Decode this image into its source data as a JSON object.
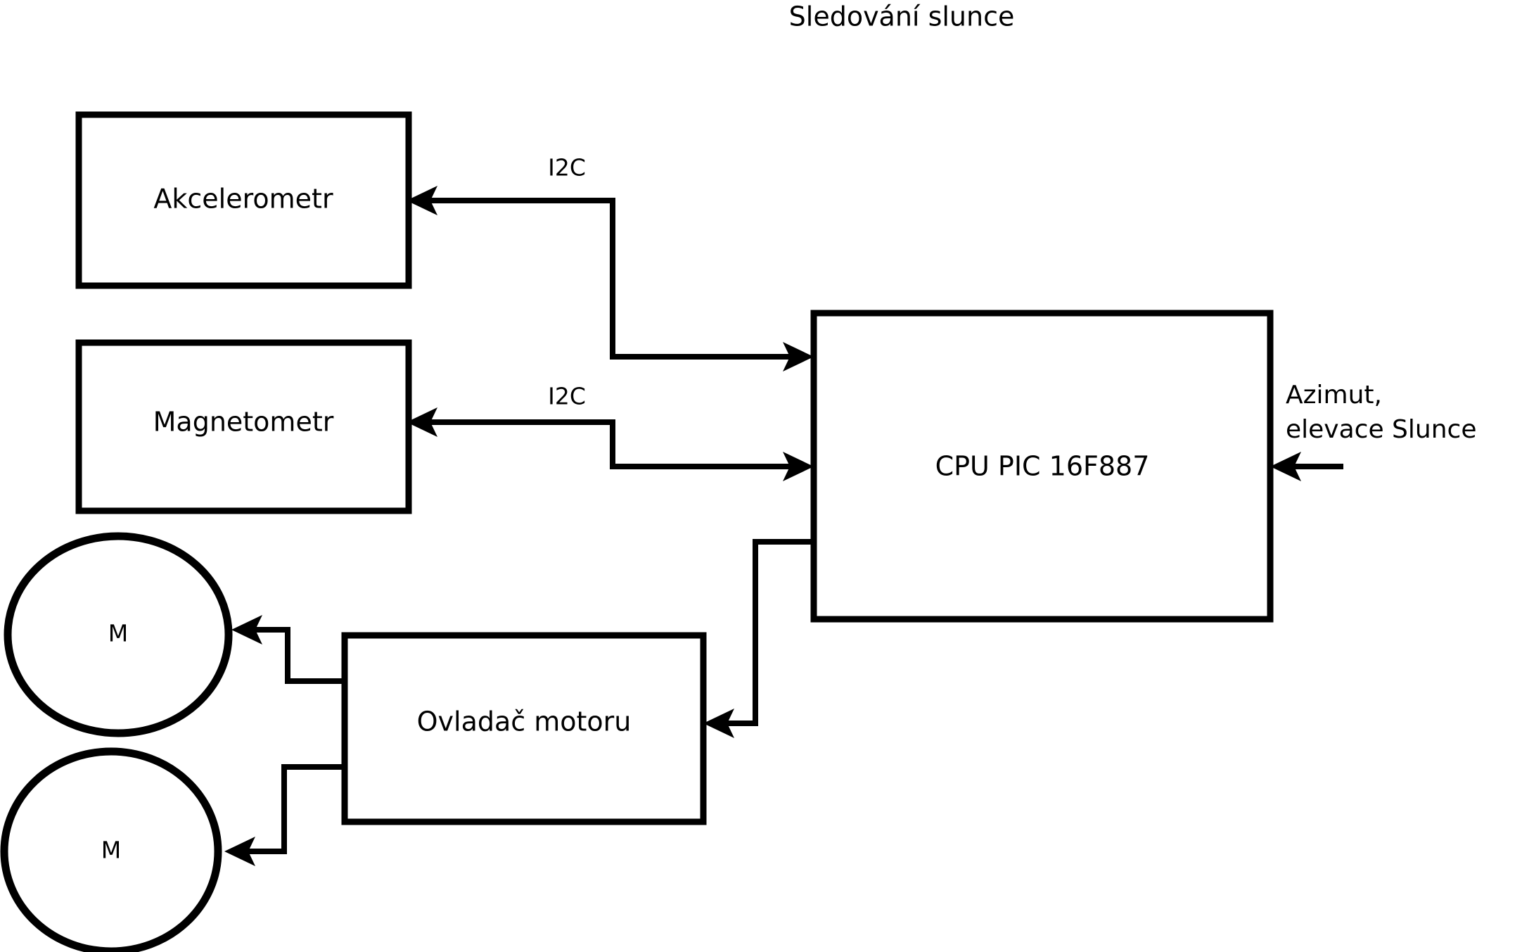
{
  "title": "Sledování slunce",
  "nodes": {
    "accelerometer": {
      "label": "Akcelerometr"
    },
    "magnetometer": {
      "label": "Magnetometr"
    },
    "cpu": {
      "label": "CPU PIC 16F887"
    },
    "motor_driver": {
      "label": "Ovladač motoru"
    },
    "motor_1": {
      "label": "M"
    },
    "motor_2": {
      "label": "M"
    }
  },
  "edge_labels": {
    "i2c_accelerometer": "I2C",
    "i2c_magnetometer": "I2C"
  },
  "annotations": {
    "sun_input_line1": "Azimut,",
    "sun_input_line2": "elevace Slunce"
  },
  "colors": {
    "stroke": "#000000",
    "fill": "#ffffff",
    "background": "#ffffff"
  }
}
